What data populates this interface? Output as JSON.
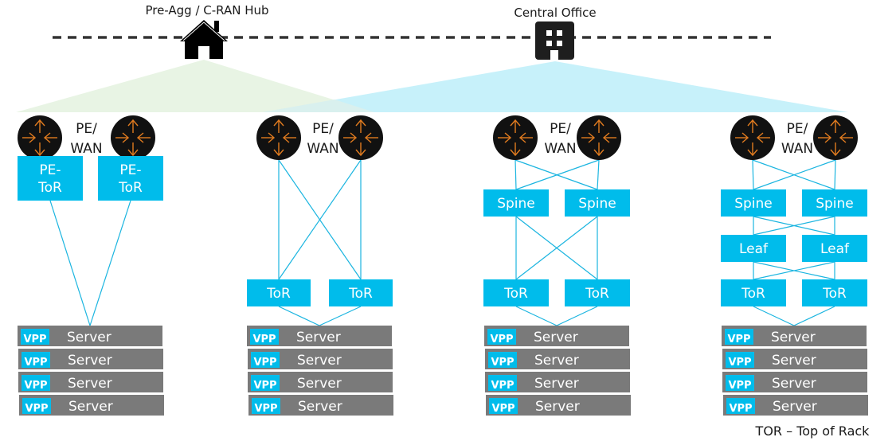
{
  "sites": {
    "hub": {
      "label": "Pre-Agg / C-RAN Hub",
      "icon": "house-icon"
    },
    "central_office": {
      "label": "Central Office",
      "icon": "building-icon"
    }
  },
  "colors": {
    "switch": "#00bceb",
    "link": "#1bb5e0",
    "server": "#7a7a7a",
    "router": "#111111",
    "router_arrows": "#e07b1f",
    "hub_fan": "#e8f4e4",
    "co_fan": "#c4f0fa",
    "text": "#1a1a1a"
  },
  "router_label": [
    "PE/",
    "WAN"
  ],
  "server": {
    "tag": "VPP",
    "label": "Server"
  },
  "columns": [
    {
      "id": "col1",
      "routers": 2,
      "tiers": [
        {
          "name": "pe-tor",
          "lines": [
            "PE-",
            "ToR"
          ]
        }
      ],
      "servers": 4
    },
    {
      "id": "col2",
      "routers": 2,
      "tiers": [
        {
          "name": "tor",
          "lines": [
            "ToR"
          ]
        }
      ],
      "servers": 4
    },
    {
      "id": "col3",
      "routers": 2,
      "tiers": [
        {
          "name": "spine",
          "lines": [
            "Spine"
          ]
        },
        {
          "name": "tor",
          "lines": [
            "ToR"
          ]
        }
      ],
      "servers": 4
    },
    {
      "id": "col4",
      "routers": 2,
      "tiers": [
        {
          "name": "spine",
          "lines": [
            "Spine"
          ]
        },
        {
          "name": "leaf",
          "lines": [
            "Leaf"
          ]
        },
        {
          "name": "tor",
          "lines": [
            "ToR"
          ]
        }
      ],
      "servers": 4
    }
  ],
  "footnote": "TOR – Top of Rack"
}
